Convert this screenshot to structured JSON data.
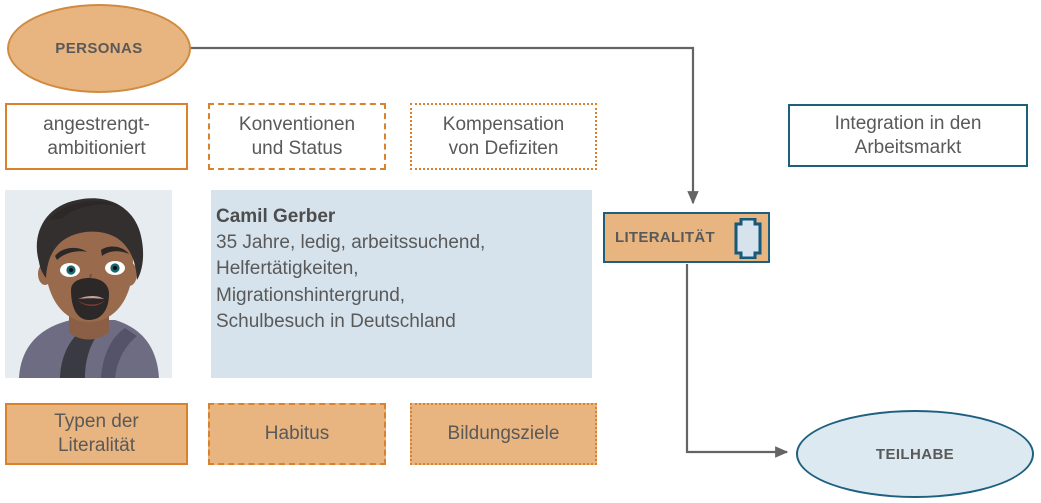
{
  "diagram": {
    "title_nodes": {
      "personas": {
        "label": "PERSONAS",
        "shape": "ellipse",
        "fill": "#e8b480",
        "stroke": "#d08b40"
      },
      "teilhabe": {
        "label": "TEILHABE",
        "shape": "ellipse",
        "fill": "#dce9f1",
        "stroke": "#1e6080"
      },
      "literalitaet": {
        "label": "LITERALITÄT",
        "shape": "rect",
        "fill": "#e8b480",
        "stroke": "#1e5f7e",
        "icon": "book-icon"
      }
    },
    "top_attributes": [
      {
        "label": "angestrengt-\nambitioniert",
        "border_style": "solid",
        "fill": "white",
        "border_color": "#d9822b"
      },
      {
        "label": "Konventionen\nund Status",
        "border_style": "dashed",
        "fill": "white",
        "border_color": "#d9822b"
      },
      {
        "label": "Kompensation\nvon Defiziten",
        "border_style": "dotted",
        "fill": "white",
        "border_color": "#d9822b"
      }
    ],
    "bottom_attributes": [
      {
        "label": "Typen der\nLiteralität",
        "border_style": "solid",
        "fill": "orange",
        "border_color": "#d9822b"
      },
      {
        "label": "Habitus",
        "border_style": "dashed",
        "fill": "orange",
        "border_color": "#d9822b"
      },
      {
        "label": "Bildungsziele",
        "border_style": "dotted",
        "fill": "orange",
        "border_color": "#d9822b"
      }
    ],
    "outcome_box": {
      "label": "Integration in den\nArbeitsmarkt",
      "border_style": "solid",
      "border_color": "#1e5f7e",
      "fill": "white"
    },
    "persona_card": {
      "name": "Camil Gerber",
      "description": "35 Jahre, ledig, arbeitssuchend,\nHelfertätigkeiten,\nMigrationshintergrund,\nSchulbesuch in Deutschland",
      "photo_alt": "persona-portrait",
      "background": "#d6e3ec"
    },
    "connectors": [
      {
        "from": "personas",
        "to": "literalitaet",
        "style": "elbow-arrow",
        "color": "#646464"
      },
      {
        "from": "literalitaet",
        "to": "teilhabe",
        "style": "elbow-arrow",
        "color": "#646464"
      }
    ],
    "colors": {
      "orange_fill": "#e8b480",
      "orange_stroke": "#d9822b",
      "navy_stroke": "#1e5f7e",
      "light_blue_fill": "#d6e3ec",
      "text_gray": "#595959",
      "connector_gray": "#646464"
    }
  }
}
